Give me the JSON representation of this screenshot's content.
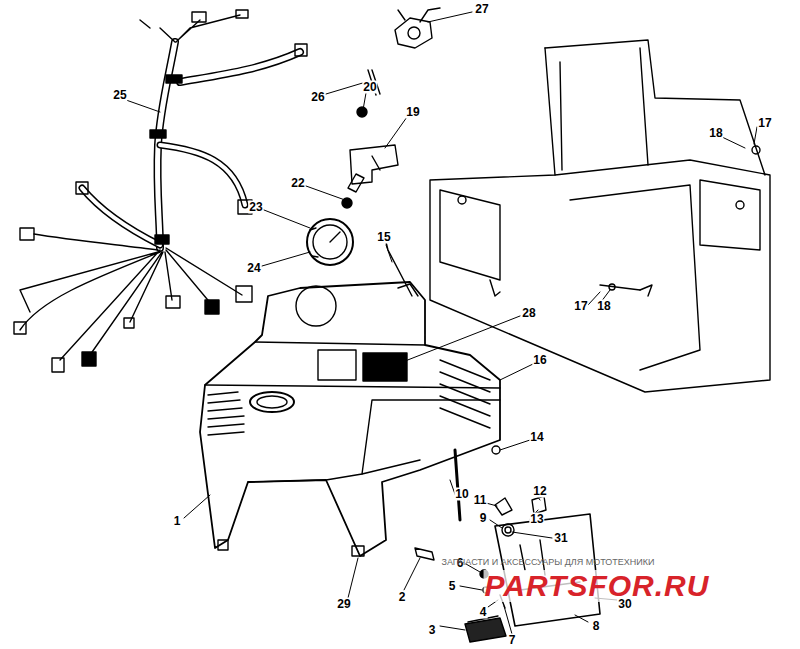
{
  "diagram": {
    "labels": [
      "27",
      "25",
      "20",
      "26",
      "19",
      "17",
      "18",
      "22",
      "23",
      "15",
      "24",
      "17",
      "18",
      "28",
      "16",
      "14",
      "10",
      "12",
      "11",
      "1",
      "9",
      "13",
      "31",
      "6",
      "ЗАПЧАСТИ И АКСЕССУАРЫ ДЛЯ МОТОТЕХНИКИ",
      "PARTSFOR.RU",
      "5",
      "2",
      "29",
      "30",
      "4",
      "8",
      "3",
      "7"
    ]
  }
}
